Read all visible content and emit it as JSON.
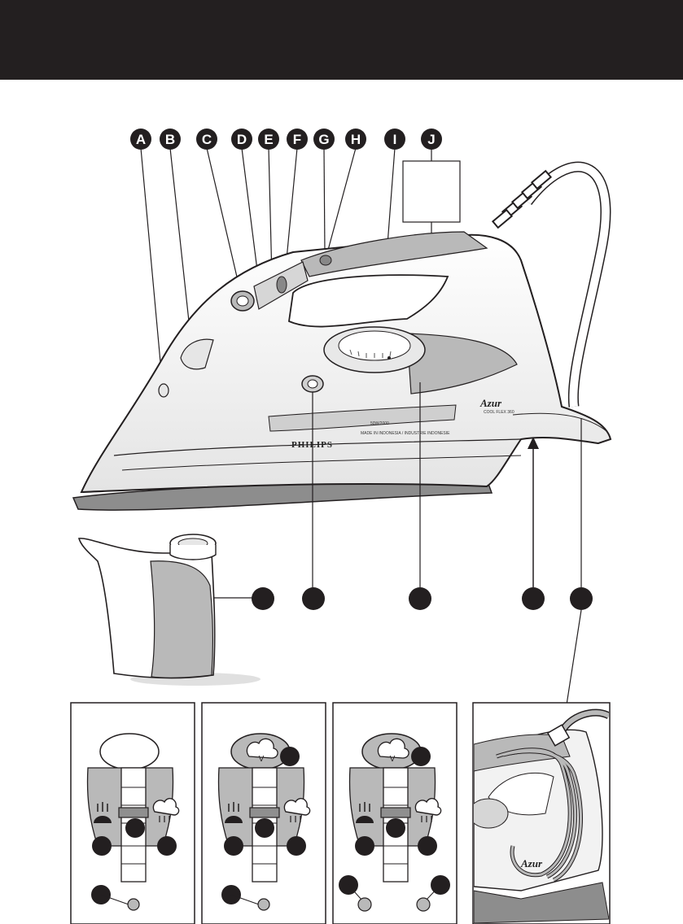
{
  "header": {
    "background_color": "#231f20"
  },
  "callouts": [
    "A",
    "B",
    "C",
    "D",
    "E",
    "F",
    "G",
    "H",
    "I",
    "J"
  ],
  "iron": {
    "brand": "PHILIPS",
    "series_logo": "Azur",
    "series_subtext": "COOL FLEX 360",
    "rating_text": "50W/2000",
    "small_print": "MADE IN INDONESIA / INDUSTRIE INDONESIE"
  },
  "panels": [
    {
      "name": "panel-1"
    },
    {
      "name": "panel-2"
    },
    {
      "name": "panel-3"
    },
    {
      "name": "panel-4-cord-storage"
    }
  ],
  "colors": {
    "ink": "#231f20",
    "grey_panel": "#b9b9b9",
    "light_grey": "#e6e6e6"
  }
}
